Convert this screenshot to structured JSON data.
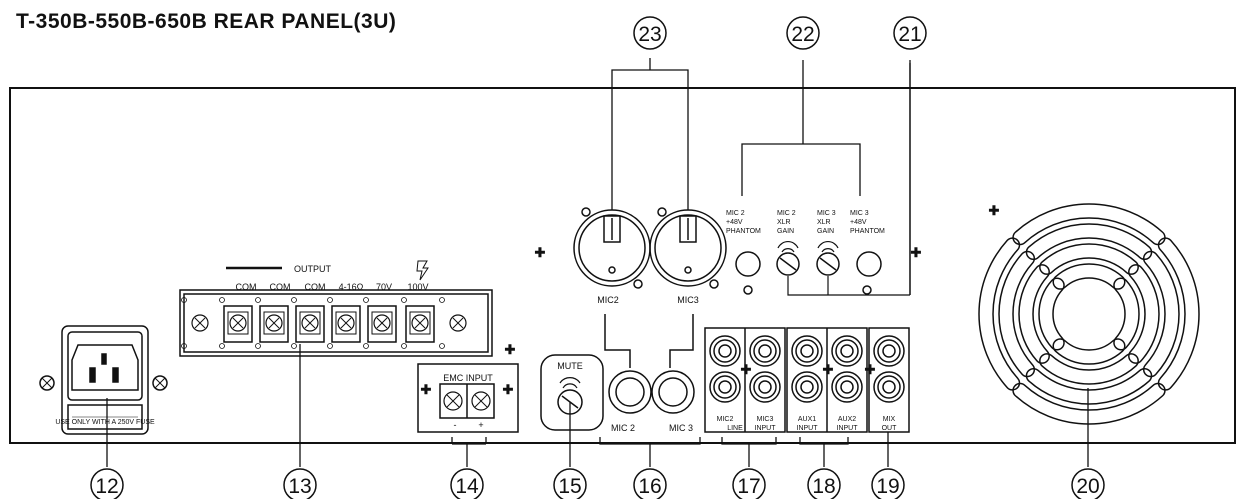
{
  "title": "T-350B-550B-650B  REAR PANEL(3U)",
  "callouts": [
    "12",
    "13",
    "14",
    "15",
    "16",
    "17",
    "18",
    "19",
    "20",
    "21",
    "22",
    "23"
  ],
  "output": {
    "heading": "OUTPUT",
    "terminals": [
      "COM",
      "COM",
      "COM",
      "4-16Ω",
      "70V",
      "100V"
    ]
  },
  "emc": {
    "heading": "EMC INPUT",
    "minus": "-",
    "plus": "+"
  },
  "power": {
    "fuse_text": "USE ONLY WITH A 250V FUSE"
  },
  "mute": {
    "label": "MUTE"
  },
  "mic_xlr": {
    "mic2": "MIC2",
    "mic3": "MIC3"
  },
  "mic_jacks": {
    "mic2": "MIC 2",
    "mic3": "MIC 3"
  },
  "controls": {
    "phantom2": [
      "MIC 2",
      "+48V",
      "PHANTOM"
    ],
    "gain2": [
      "MIC 2",
      "XLR",
      "GAIN"
    ],
    "gain3": [
      "MIC 3",
      "XLR",
      "GAIN"
    ],
    "phantom3": [
      "MIC 3",
      "+48V",
      "PHANTOM"
    ]
  },
  "rca": {
    "mic2_line": "MIC2",
    "mic3_line": "MIC3",
    "line_input": [
      "LINE",
      "INPUT"
    ],
    "aux1": "AUX1",
    "aux2": "AUX2",
    "aux_input": [
      "INPUT",
      "INPUT"
    ],
    "mix": "MIX",
    "out": "OUT"
  }
}
